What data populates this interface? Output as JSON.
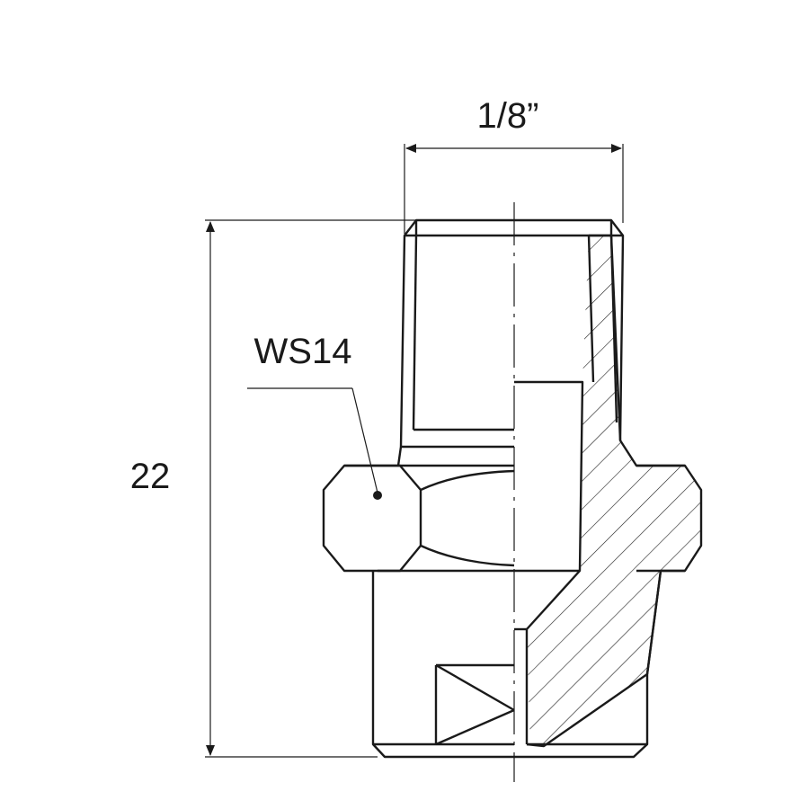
{
  "drawing": {
    "thread_size_label": "1/8”",
    "height_label": "22",
    "wrench_size_label": "WS14",
    "line_color": "#1a1a1a",
    "background_color": "#ffffff"
  }
}
